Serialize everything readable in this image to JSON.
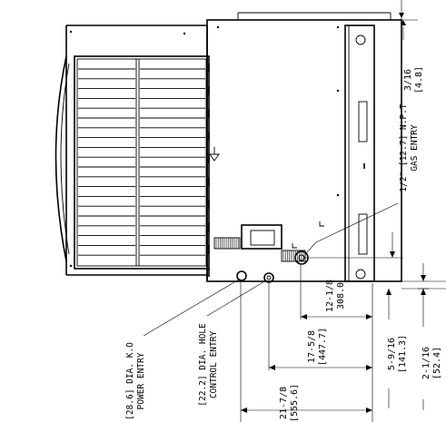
{
  "dimensions": {
    "gas_offset": "3/16",
    "gas_offset_mm": "[4.8]",
    "gas_height": "12-1/8",
    "gas_height_mm": "308.0",
    "control_height": "17-5/8",
    "control_height_mm": "[447.7]",
    "power_height": "21-7/8",
    "power_height_mm": "[555.6]",
    "bottom_width": "5-9/16",
    "bottom_width_mm": "[141.3]",
    "side_width": "2-1/16",
    "side_width_mm": "[52.4]"
  },
  "labels": {
    "gas_entry_line1": "1/2\" [12.7] N.P.T",
    "gas_entry_line2": "GAS ENTRY",
    "control_entry_line1": "[22.2] DIA. HOLE",
    "control_entry_line2": "CONTROL ENTRY",
    "power_entry_line1": "[28.6] DIA. K.O",
    "power_entry_line2": "POWER ENTRY"
  }
}
